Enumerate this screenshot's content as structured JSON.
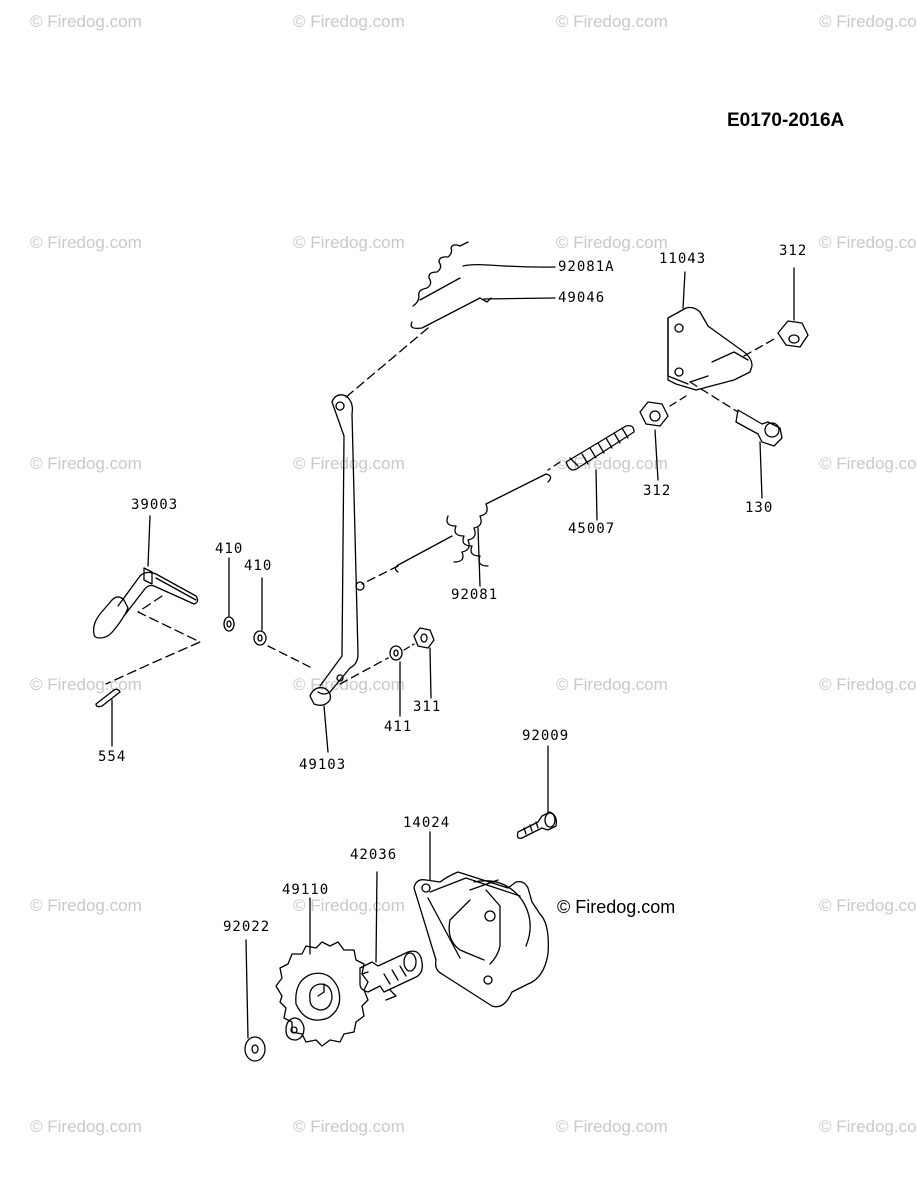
{
  "diagram": {
    "code": "E0170-2016A",
    "watermark": "© Firedog.com",
    "copyright": "© Firedog.com"
  },
  "parts": [
    {
      "id": "p92081a",
      "number": "92081A"
    },
    {
      "id": "p49046",
      "number": "49046"
    },
    {
      "id": "p11043",
      "number": "11043"
    },
    {
      "id": "p312a",
      "number": "312"
    },
    {
      "id": "p312b",
      "number": "312"
    },
    {
      "id": "p130",
      "number": "130"
    },
    {
      "id": "p45007",
      "number": "45007"
    },
    {
      "id": "p92081",
      "number": "92081"
    },
    {
      "id": "p39003",
      "number": "39003"
    },
    {
      "id": "p410a",
      "number": "410"
    },
    {
      "id": "p410b",
      "number": "410"
    },
    {
      "id": "p554",
      "number": "554"
    },
    {
      "id": "p49103",
      "number": "49103"
    },
    {
      "id": "p411",
      "number": "411"
    },
    {
      "id": "p311",
      "number": "311"
    },
    {
      "id": "p92009",
      "number": "92009"
    },
    {
      "id": "p14024",
      "number": "14024"
    },
    {
      "id": "p42036",
      "number": "42036"
    },
    {
      "id": "p49110",
      "number": "49110"
    },
    {
      "id": "p92022",
      "number": "92022"
    }
  ]
}
